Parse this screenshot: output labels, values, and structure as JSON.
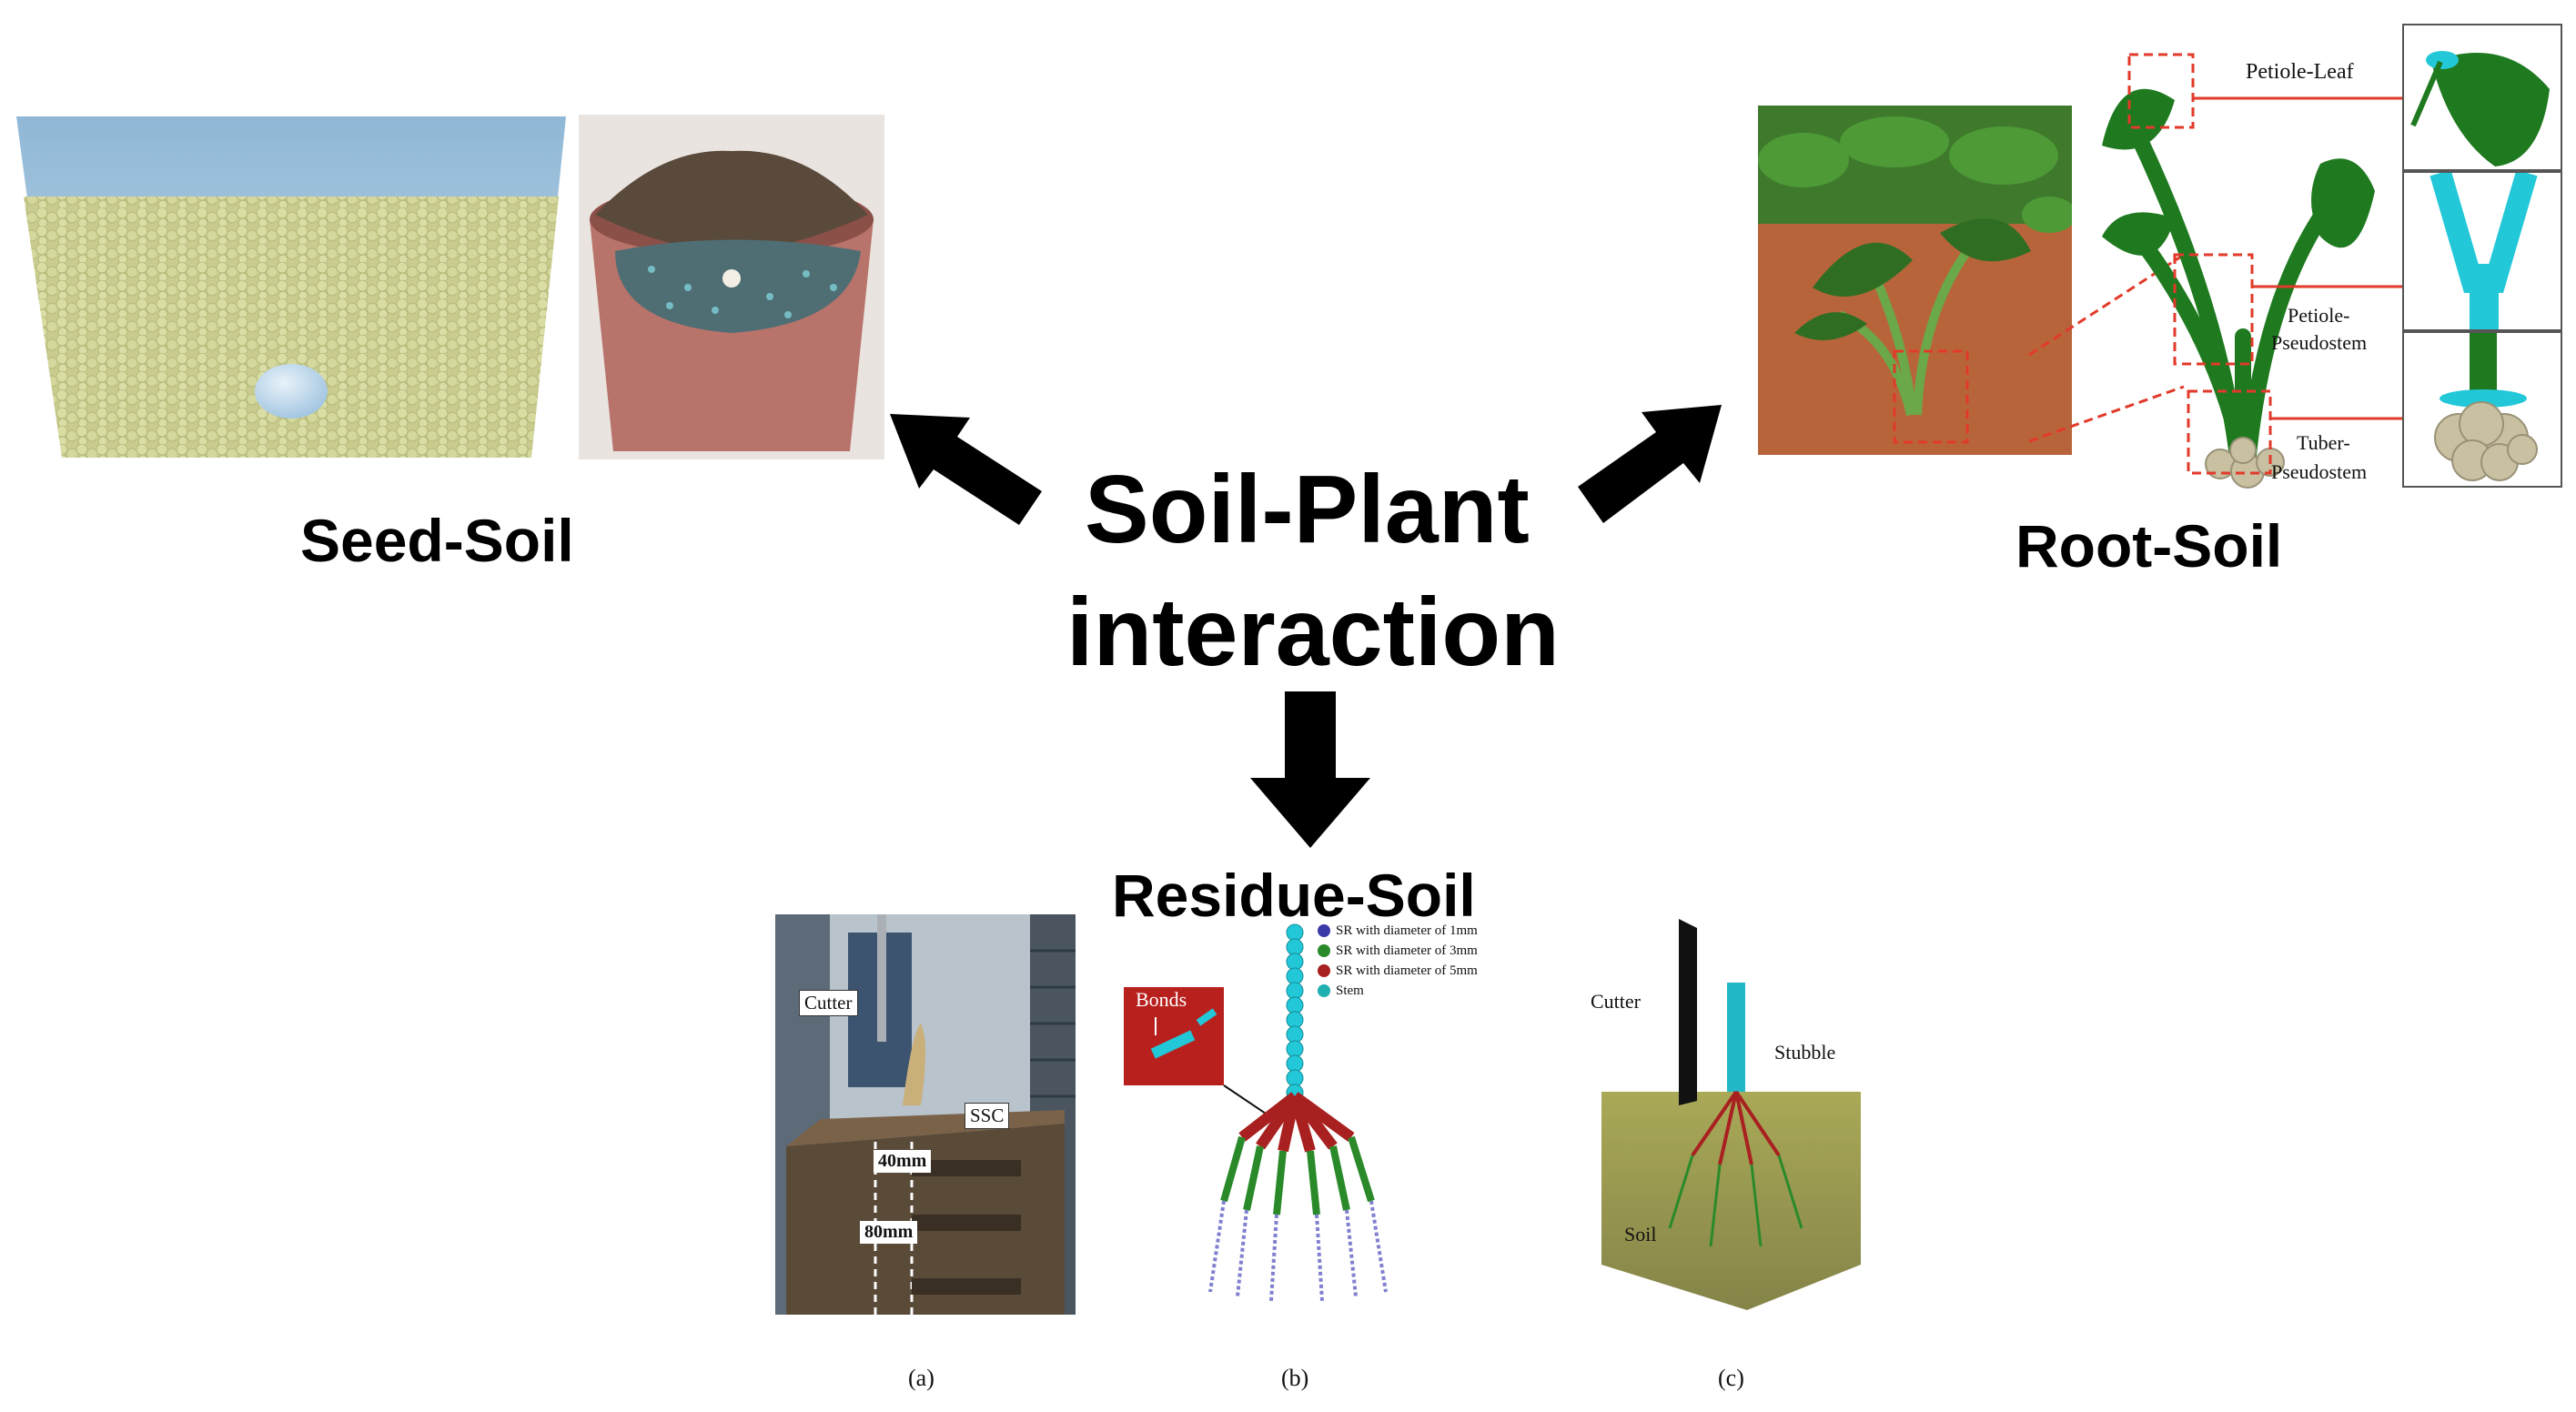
{
  "center": {
    "line1": "Soil-Plant",
    "line2": "interaction"
  },
  "labels": {
    "seed_soil": "Seed-Soil",
    "root_soil": "Root-Soil",
    "residue_soil": "Residue-Soil"
  },
  "root_callouts": {
    "petiole_leaf": "Petiole-Leaf",
    "petiole_pseudostem_1": "Petiole-",
    "petiole_pseudostem_2": "Pseudostem",
    "tuber_pseudostem_1": "Tuber-",
    "tuber_pseudostem_2": "Pseudostem"
  },
  "residue": {
    "photo": {
      "cutter": "Cutter",
      "ssc": "SSC",
      "depth1": "40mm",
      "depth2": "80mm"
    },
    "model": {
      "bonds": "Bonds",
      "legend": [
        {
          "label": "SR with diameter of 1mm",
          "color": "#3a3aa8"
        },
        {
          "label": "SR with diameter of 3mm",
          "color": "#2a8a2a"
        },
        {
          "label": "SR with diameter of 5mm",
          "color": "#a82020"
        },
        {
          "label": "Stem",
          "color": "#20b0b0"
        }
      ]
    },
    "sim": {
      "cutter": "Cutter",
      "stubble": "Stubble",
      "soil": "Soil"
    },
    "captions": [
      "(a)",
      "(b)",
      "(c)"
    ]
  },
  "colors": {
    "arrow": "#000000",
    "callout_red": "#e23a2a",
    "plant_green": "#1f7a1f",
    "stem_cyan": "#22c8d8",
    "tuber_beige": "#c8c0a0"
  }
}
